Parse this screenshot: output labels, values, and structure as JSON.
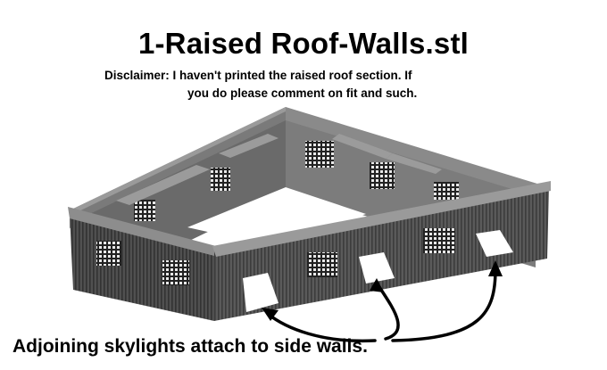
{
  "title": "1-Raised Roof-Walls.stl",
  "disclaimer": {
    "line1": "Disclaimer:  I haven't printed the raised roof section.  If",
    "line2": "you do please comment on fit and such."
  },
  "caption": "Adjoining skylights attach to side walls.",
  "colors": {
    "wall_dark": "#4a4a4a",
    "wall_mid": "#6e6e6e",
    "wall_light": "#8c8c8c",
    "background": "#ffffff",
    "arrow": "#000000"
  }
}
